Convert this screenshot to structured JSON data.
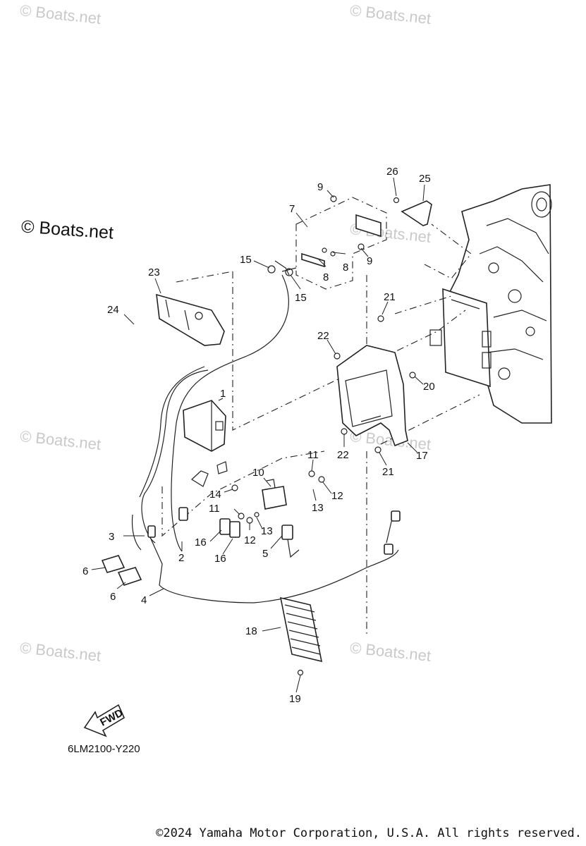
{
  "watermarks": [
    "© Boats.net",
    "© Boats.net",
    "© Boats.net",
    "© Boats.net",
    "© Boats.net",
    "© Boats.net",
    "© Boats.net",
    "© Boats.net"
  ],
  "brand_watermark": "© Boats.net",
  "callouts": [
    "1",
    "2",
    "3",
    "4",
    "5",
    "6",
    "6",
    "7",
    "8",
    "8",
    "9",
    "9",
    "10",
    "11",
    "11",
    "12",
    "12",
    "13",
    "13",
    "14",
    "15",
    "15",
    "16",
    "16",
    "17",
    "18",
    "19",
    "20",
    "21",
    "21",
    "22",
    "22",
    "23",
    "24",
    "25",
    "26"
  ],
  "fwd_label": "FWD",
  "diagram_code": "6LM2100-Y220",
  "copyright": "©2024 Yamaha Motor Corporation, U.S.A. All rights reserved."
}
